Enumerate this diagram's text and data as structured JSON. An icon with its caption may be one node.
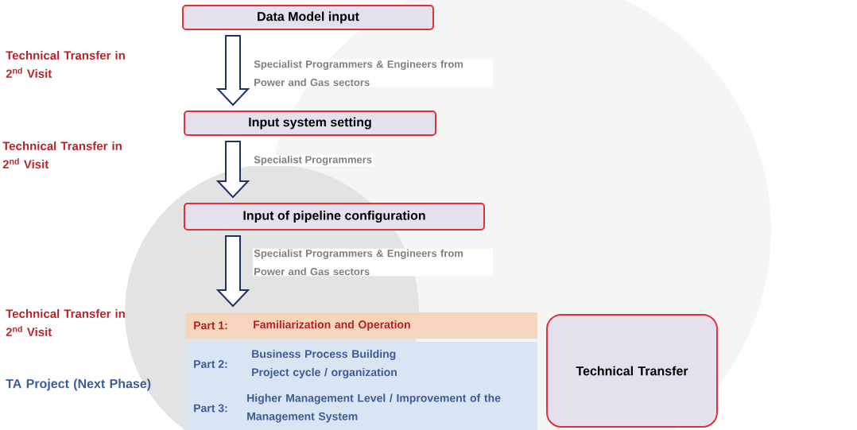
{
  "diagram": {
    "nodes": [
      {
        "text": [
          "Data Model input"
        ]
      },
      {
        "text": [
          "Input system setting"
        ]
      },
      {
        "text": [
          "Input of pipeline configuration"
        ]
      },
      {
        "text": [
          "Part 1:",
          "Familiarization and Operation"
        ]
      },
      {
        "text": [
          "Part 2:",
          "Business Process Building Project cycle / organization"
        ]
      },
      {
        "text": [
          "Part 3:",
          "Higher Management Level / Improvement of the Management System"
        ]
      },
      {
        "text": [
          "Technical Transfer"
        ]
      }
    ],
    "edges": [
      {
        "from": 0,
        "to": 1,
        "arrow": "to",
        "label": "Specialist Programmers & Engineers from Power and Gas sectors"
      },
      {
        "from": 1,
        "to": 2,
        "arrow": "to",
        "label": "Specialist Programmers"
      },
      {
        "from": 2,
        "to": 3,
        "arrow": "to",
        "label": "Specialist Programmers & Engineers from Power and Gas sectors"
      }
    ],
    "labels": [
      "Technical Transfer in 2$^{nd}$ Visit",
      "Technical Transfer in 2$^{nd}$ Visit",
      "Technical Transfer in 2$^{nd}$ Visit",
      "TA Project (Next Phase)"
    ]
  }
}
